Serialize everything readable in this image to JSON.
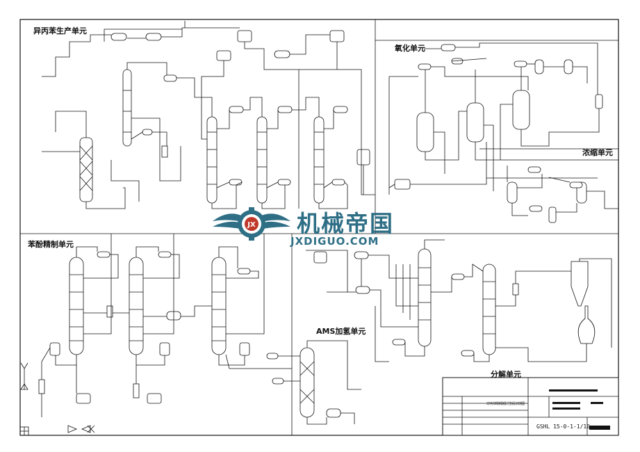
{
  "units": {
    "cumene": "异丙苯生产单元",
    "oxidation": "氧化单元",
    "concentration": "浓缩单元",
    "phenol_refining": "苯酚精制单元",
    "ams_hydrogenation": "AMS加氢单元",
    "decomposition": "分解单元"
  },
  "watermark": {
    "title": "机械帝国",
    "url": "JXDIGUO.COM"
  },
  "title_block": {
    "drawing_title": "30万吨/年苯酚丙酮装置工艺管道及仪表流程图",
    "drawing_number": "GSHL 15-0-1-1/10"
  },
  "colors": {
    "line": "#111111",
    "watermark": "#2f6f86",
    "logo_red": "#c0392b"
  }
}
